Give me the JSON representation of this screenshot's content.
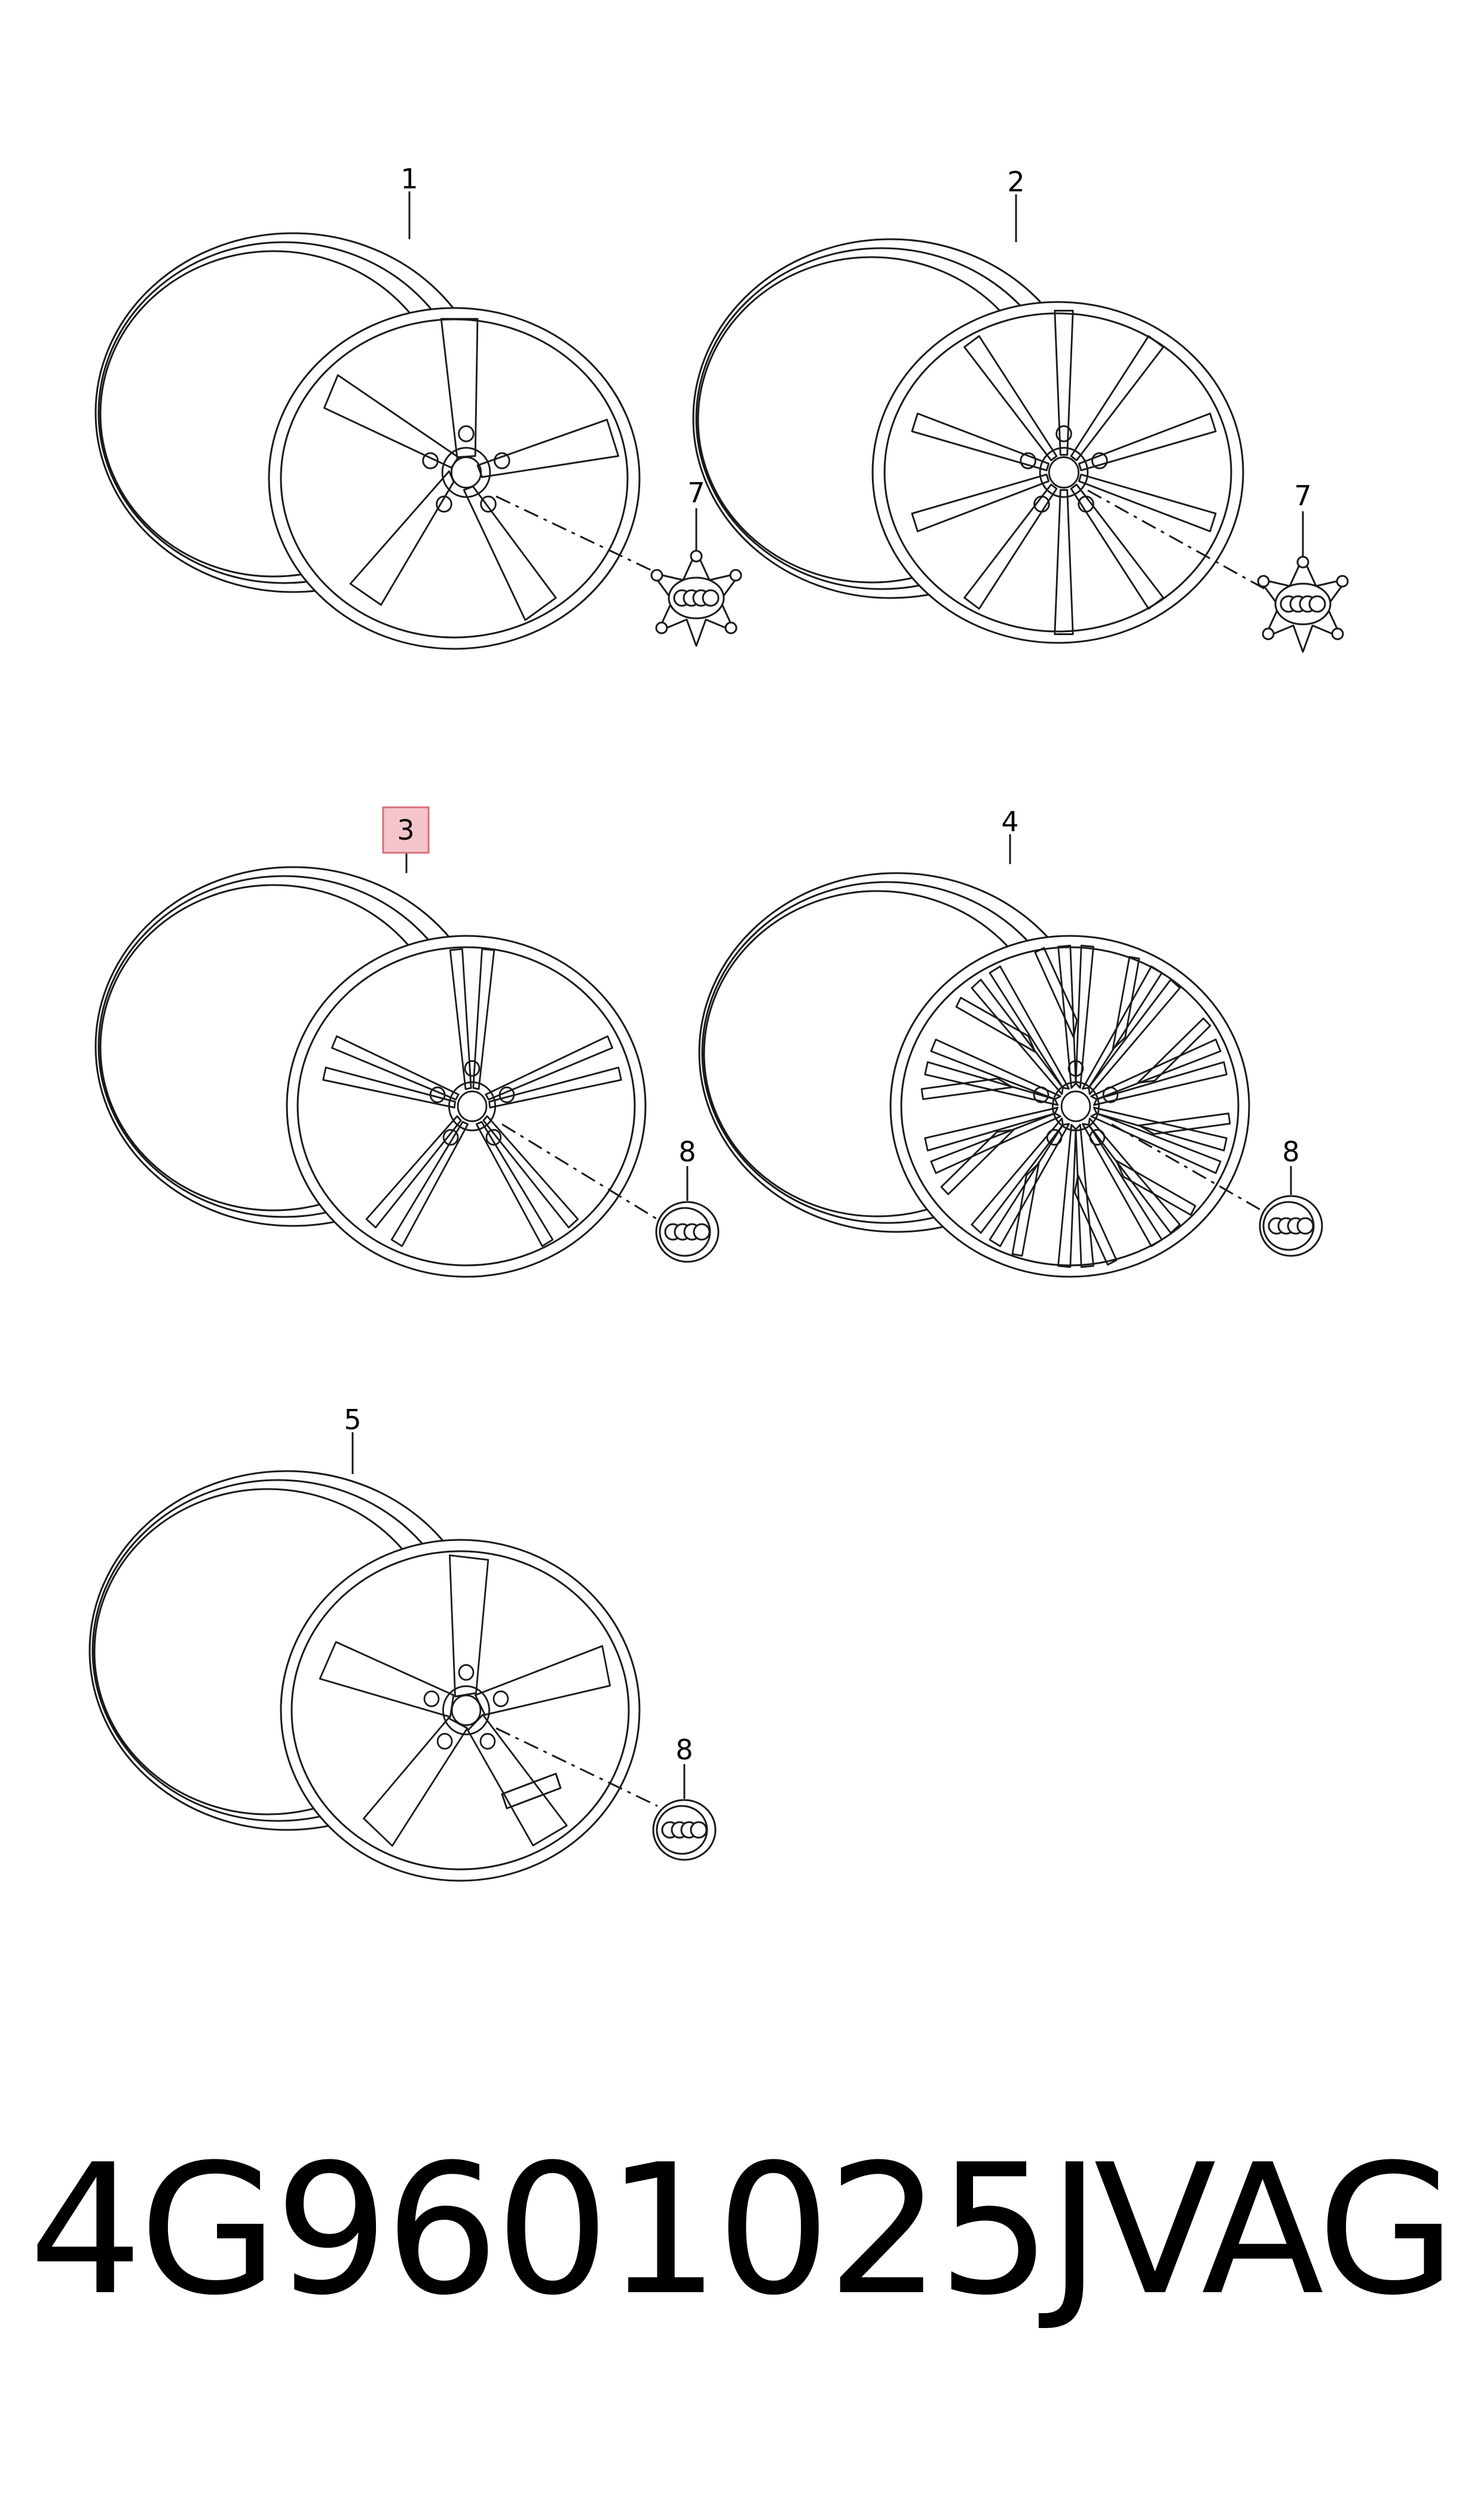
{
  "diagram": {
    "callouts": {
      "wheel_1": "1",
      "wheel_2": "2",
      "wheel_3": "3",
      "wheel_4": "4",
      "wheel_5": "5",
      "cap_7a": "7",
      "cap_7b": "7",
      "cap_8a": "8",
      "cap_8b": "8",
      "cap_8c": "8"
    },
    "highlight_color": "#f4c6cc",
    "highlight_border": "#d9707c",
    "line_color": "#1a1a1a"
  },
  "footer": {
    "part_number": "4G9601025J",
    "manufacturer": "VAG"
  }
}
